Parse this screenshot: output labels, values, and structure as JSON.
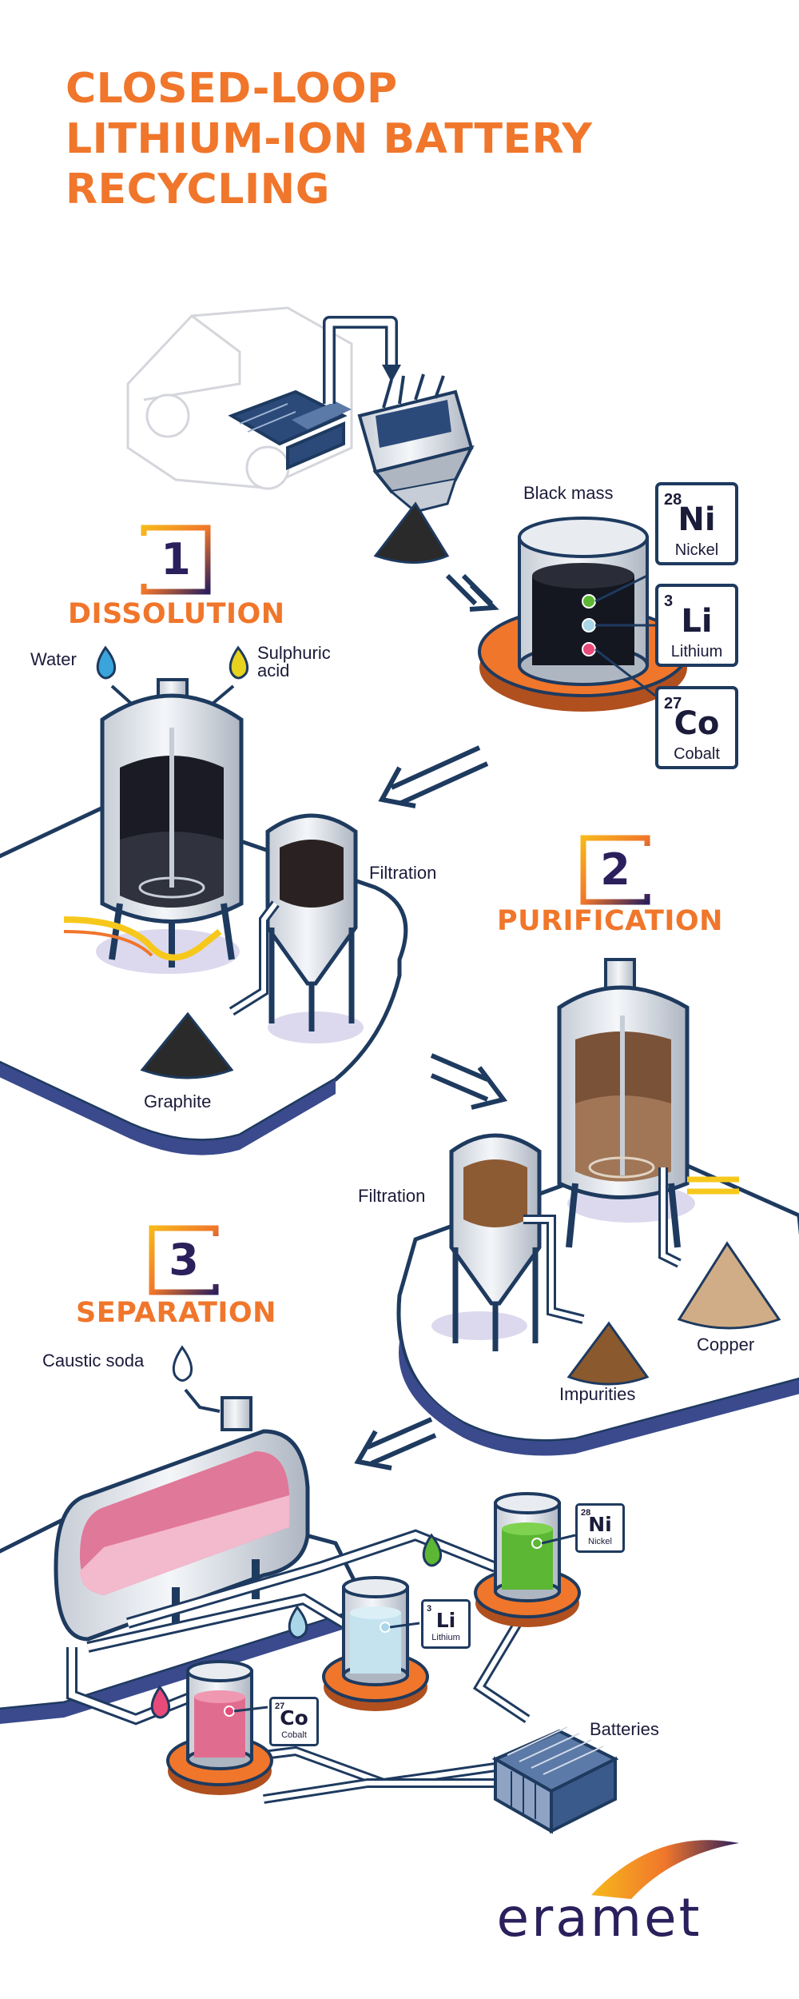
{
  "title": {
    "line1": "CLOSED-LOOP",
    "line2": "LITHIUM-ION BATTERY",
    "line3": "RECYCLING"
  },
  "intro": {
    "black_mass_label": "Black mass"
  },
  "elements": {
    "nickel": {
      "number": "28",
      "symbol": "Ni",
      "name": "Nickel",
      "color": "#5cb734"
    },
    "lithium": {
      "number": "3",
      "symbol": "Li",
      "name": "Lithium",
      "color": "#a9d6e8"
    },
    "cobalt": {
      "number": "27",
      "symbol": "Co",
      "name": "Cobalt",
      "color": "#e84a79"
    }
  },
  "stage1": {
    "number": "1",
    "title": "DISSOLUTION",
    "water_label": "Water",
    "acid_label": "Sulphuric acid",
    "filtration_label": "Filtration",
    "graphite_label": "Graphite"
  },
  "stage2": {
    "number": "2",
    "title": "PURIFICATION",
    "filtration_label": "Filtration",
    "impurities_label": "Impurities",
    "copper_label": "Copper"
  },
  "stage3": {
    "number": "3",
    "title": "SEPARATION",
    "caustic_soda_label": "Caustic soda",
    "batteries_label": "Batteries"
  },
  "brand": {
    "logo_text": "eramet"
  },
  "colors": {
    "accent_orange": "#f0762b",
    "navy": "#2b1f5c",
    "outline": "#1e3a5f",
    "water_blue": "#3aa4db",
    "acid_yellow": "#e6d21f"
  }
}
